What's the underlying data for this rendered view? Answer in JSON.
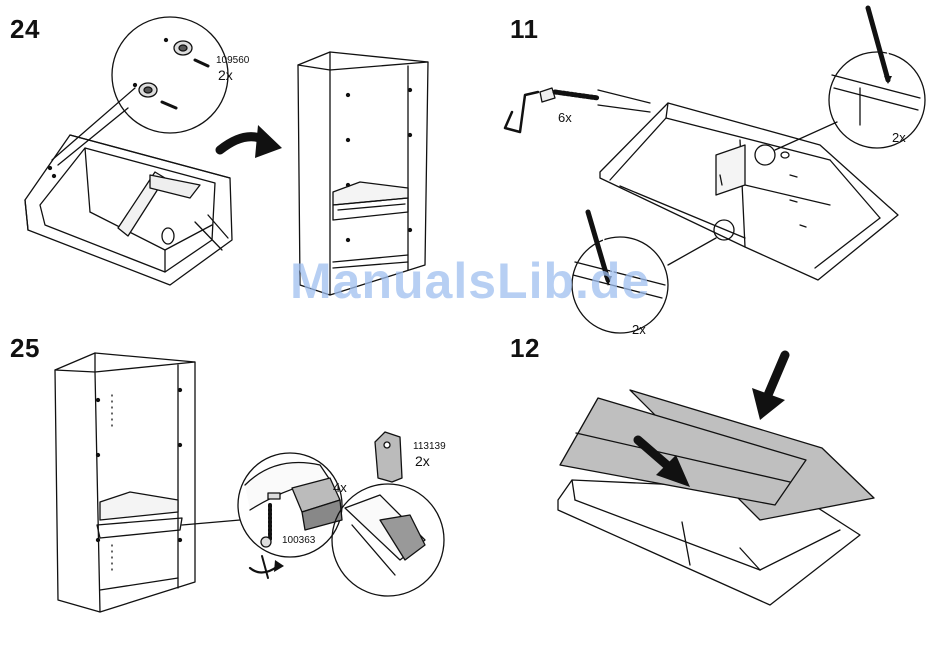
{
  "steps": {
    "s24": {
      "number": "24",
      "part": "109560",
      "qty": "2x"
    },
    "s11": {
      "number": "11",
      "qty_bolts": "6x",
      "qty_top": "2x",
      "qty_bottom": "2x"
    },
    "s25": {
      "number": "25",
      "part_clip": "113139",
      "qty_clip": "2x",
      "qty_glide": "4x",
      "part_screw": "100363"
    },
    "s12": {
      "number": "12"
    }
  },
  "watermark": "ManualsLib.de"
}
